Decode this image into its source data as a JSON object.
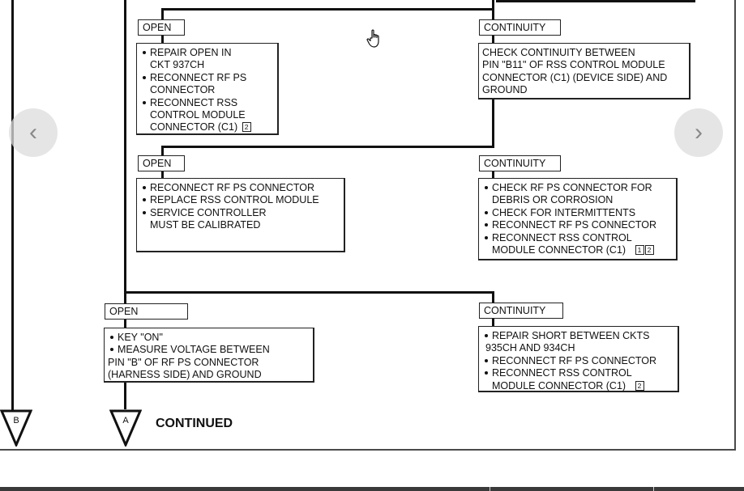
{
  "flowchart": {
    "row1": {
      "open_label": "OPEN",
      "open_items": [
        "REPAIR OPEN IN",
        "CKT 937CH",
        "RECONNECT RF PS",
        "CONNECTOR",
        "RECONNECT RSS",
        "CONTROL MODULE",
        "CONNECTOR (C1)"
      ],
      "open_ref": "2",
      "continuity_label": "CONTINUITY",
      "continuity_lines": [
        "CHECK CONTINUITY BETWEEN",
        "PIN \"B11\" OF RSS CONTROL MODULE",
        "CONNECTOR (C1) (DEVICE SIDE) AND",
        "GROUND"
      ]
    },
    "row2": {
      "open_label": "OPEN",
      "open_items": [
        "RECONNECT RF PS CONNECTOR",
        "REPLACE RSS CONTROL MODULE",
        "SERVICE CONTROLLER"
      ],
      "open_extra": "MUST BE CALIBRATED",
      "continuity_label": "CONTINUITY",
      "continuity_items": [
        "CHECK RF PS CONNECTOR FOR",
        "CHECK FOR INTERMITTENTS",
        "RECONNECT RF PS CONNECTOR",
        "RECONNECT RSS CONTROL"
      ],
      "continuity_cont_1": "DEBRIS OR CORROSION",
      "continuity_cont_2": "MODULE CONNECTOR (C1)",
      "continuity_refs": [
        "1",
        "2"
      ]
    },
    "row3": {
      "open_label": "OPEN",
      "open_items": [
        "KEY \"ON\"",
        "MEASURE VOLTAGE BETWEEN"
      ],
      "open_lines": [
        "PIN \"B\" OF RF PS CONNECTOR",
        "(HARNESS SIDE) AND GROUND"
      ],
      "continuity_label": "CONTINUITY",
      "continuity_items": [
        "REPAIR SHORT BETWEEN CKTS",
        "RECONNECT RF PS CONNECTOR",
        "RECONNECT RSS CONTROL"
      ],
      "continuity_cont_1": "935CH AND 934CH",
      "continuity_cont_2": "MODULE CONNECTOR (C1)",
      "continuity_ref": "2"
    },
    "connector_b": "B",
    "connector_a": "A",
    "continued_text": "CONTINUED"
  },
  "viewer": {
    "prev_icon": "chevron-left-icon",
    "next_icon": "chevron-right-icon",
    "prev_glyph": "‹",
    "next_glyph": "›",
    "cursor_icon": "hand-pointer-icon"
  },
  "colors": {
    "line": "#111111",
    "nav_bg": "#dcdcdc",
    "bottom_bar": "#3a3a3a"
  }
}
